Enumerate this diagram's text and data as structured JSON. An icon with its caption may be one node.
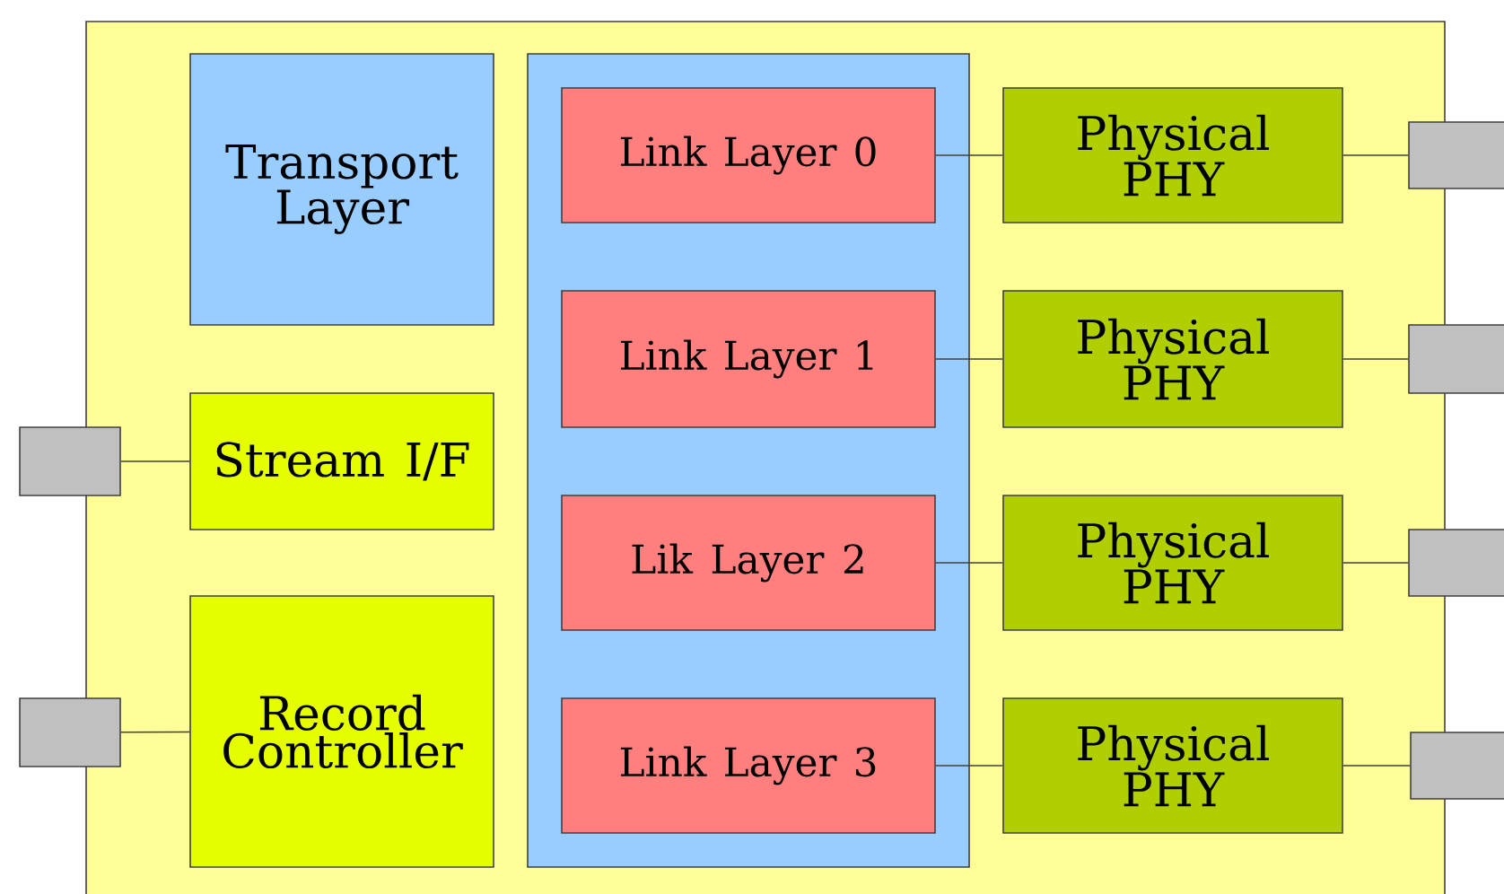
{
  "diagram": {
    "nodes": [
      {
        "text": [],
        "shape": "box"
      },
      {
        "text": [
          "Transport Layer"
        ],
        "in": 0
      },
      {
        "text": [
          "Stream I/F"
        ],
        "in": 0
      },
      {
        "text": [
          "Record Controller"
        ],
        "in": 0
      },
      {
        "text": [],
        "shape": "box",
        "in": 0
      },
      {
        "text": [
          "Link Layer 0"
        ],
        "in": 4
      },
      {
        "text": [
          "Link Layer 1"
        ],
        "in": 4
      },
      {
        "text": [
          "Lik Layer 2"
        ],
        "in": 4
      },
      {
        "text": [
          "Link Layer 3"
        ],
        "in": 4
      },
      {
        "text": [
          "Physical PHY"
        ],
        "in": 0
      },
      {
        "text": [
          "Physical PHY"
        ],
        "in": 0
      },
      {
        "text": [
          "Physical PHY"
        ],
        "in": 0
      },
      {
        "text": [
          "Physical PHY"
        ],
        "in": 0
      },
      {
        "text": [],
        "shape": "box"
      },
      {
        "text": [],
        "shape": "box"
      },
      {
        "text": [],
        "shape": "box"
      },
      {
        "text": [],
        "shape": "box"
      },
      {
        "text": [],
        "shape": "box"
      },
      {
        "text": [],
        "shape": "box"
      }
    ],
    "edges": [
      {
        "from": 13,
        "to": 2,
        "arrow": "none"
      },
      {
        "from": 14,
        "to": 3,
        "arrow": "none"
      },
      {
        "from": 5,
        "to": 9,
        "arrow": "none"
      },
      {
        "from": 6,
        "to": 10,
        "arrow": "none"
      },
      {
        "from": 7,
        "to": 11,
        "arrow": "none"
      },
      {
        "from": 8,
        "to": 12,
        "arrow": "none"
      },
      {
        "from": 9,
        "to": 15,
        "arrow": "none"
      },
      {
        "from": 10,
        "to": 16,
        "arrow": "none"
      },
      {
        "from": 11,
        "to": 17,
        "arrow": "none"
      },
      {
        "from": 12,
        "to": 18,
        "arrow": "none"
      }
    ]
  }
}
